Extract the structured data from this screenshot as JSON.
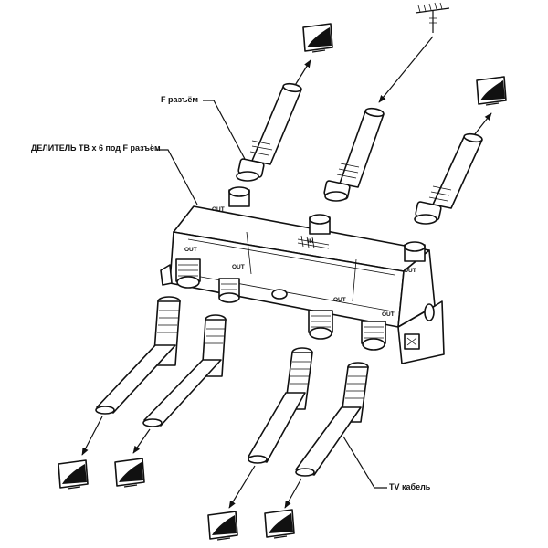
{
  "labels": {
    "f_connector": "F разъём",
    "splitter": "ДЕЛИТЕЛЬ ТВ х 6 под F разъём",
    "tv_cable": "TV кабель"
  },
  "ports": {
    "in": "IN",
    "out": "OUT"
  }
}
